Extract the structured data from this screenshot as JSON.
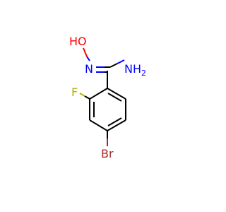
{
  "molecule": {
    "atoms": {
      "oh": {
        "text": "HO",
        "color": "#ff0000"
      },
      "n_imine": {
        "text": "N",
        "color": "#0000ff"
      },
      "nh2": {
        "text": "NH",
        "sub": "2",
        "color": "#0000ff"
      },
      "f": {
        "text": "F",
        "color": "#b3b300"
      },
      "br": {
        "text": "Br",
        "color": "#a52a2a"
      }
    },
    "colors": {
      "bond": "#000000",
      "background": "#ffffff"
    }
  }
}
